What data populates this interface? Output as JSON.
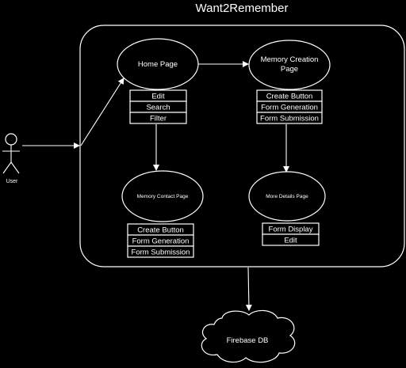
{
  "diagram": {
    "title": "Want2Remember",
    "actor": {
      "label": "User"
    },
    "nodes": {
      "home": {
        "label": "Home Page"
      },
      "memory_creation": {
        "label_line1": "Memory Creation",
        "label_line2": "Page"
      },
      "memory_contact": {
        "label": "Memory Contact Page"
      },
      "more_details": {
        "label": "More Details Page"
      },
      "firebase": {
        "label": "Firebase DB"
      }
    },
    "lists": {
      "home": [
        "Edit",
        "Search",
        "Filter"
      ],
      "memory_creation": [
        "Create Button",
        "Form Generation",
        "Form Submission"
      ],
      "memory_contact": [
        "Create Button",
        "Form Generation",
        "Form Submission"
      ],
      "more_details": [
        "Form Display",
        "Edit"
      ]
    },
    "colors": {
      "background": "#000000",
      "stroke": "#ffffff",
      "text": "#ffffff"
    }
  }
}
